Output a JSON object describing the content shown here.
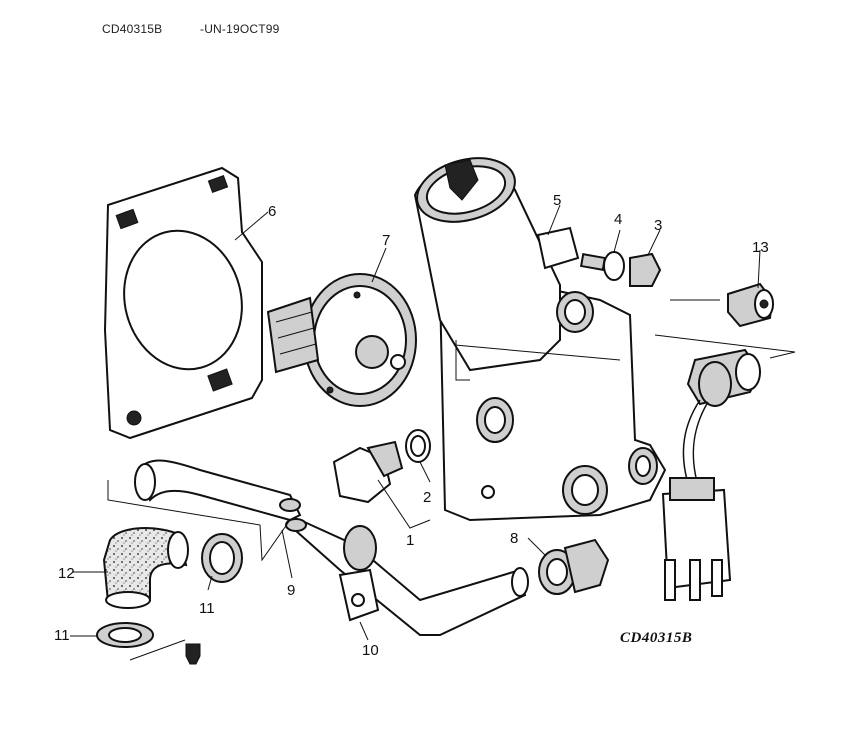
{
  "header": {
    "code": "CD40315B",
    "date": "-UN-19OCT99"
  },
  "figure_id": "CD40315B",
  "callouts": [
    "1",
    "2",
    "3",
    "4",
    "5",
    "6",
    "7",
    "8",
    "9",
    "10",
    "11",
    "11",
    "12",
    "13"
  ]
}
